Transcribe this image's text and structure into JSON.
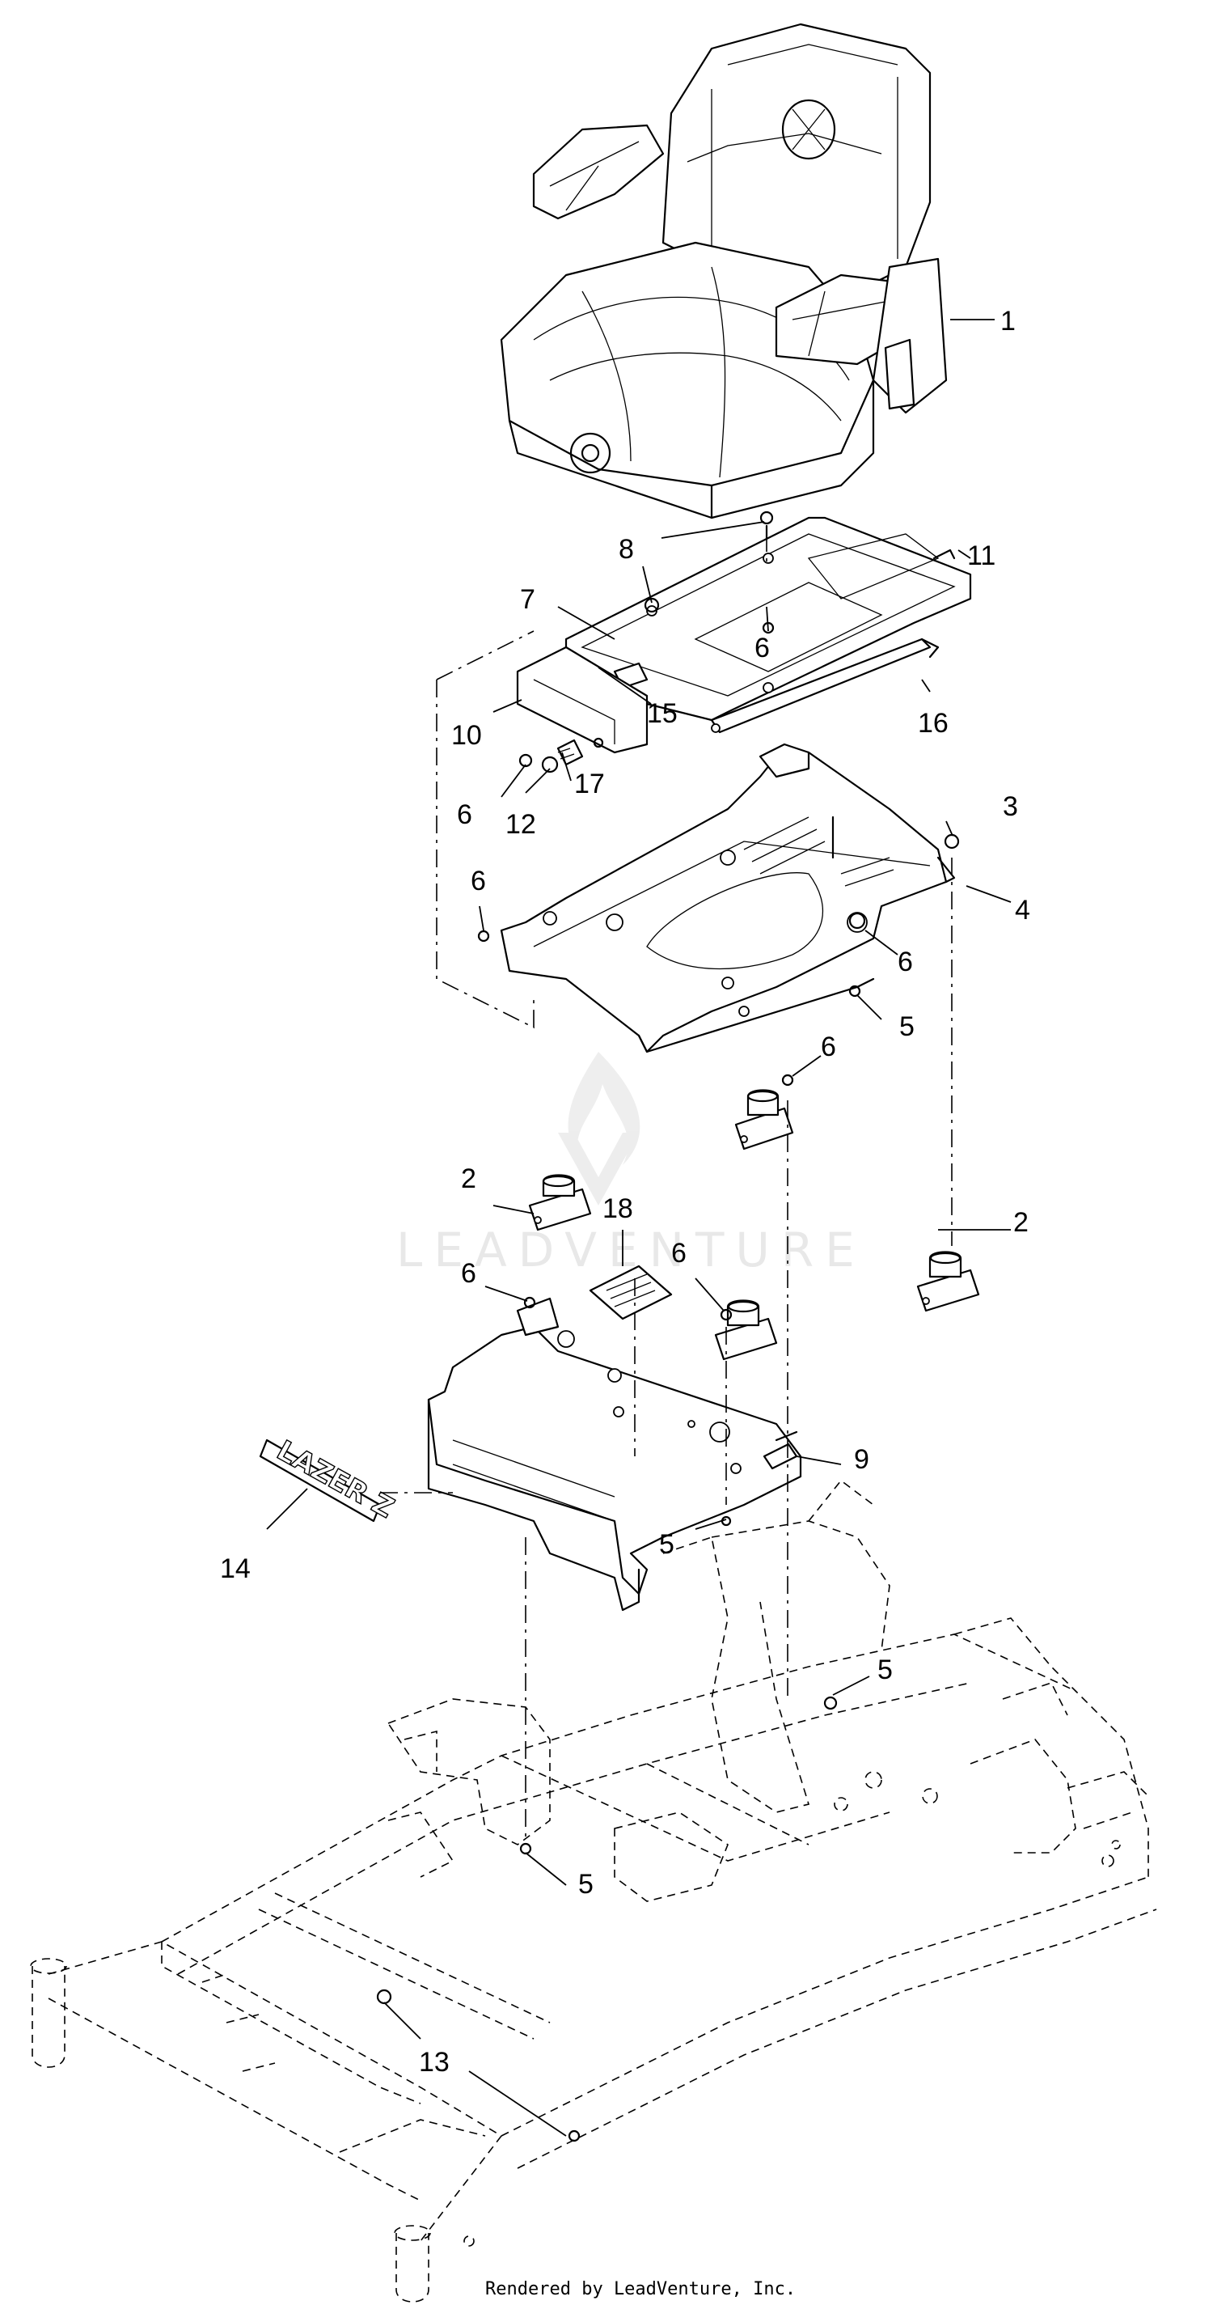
{
  "callouts": [
    {
      "id": "c1",
      "label": "1"
    },
    {
      "id": "c2a",
      "label": "2"
    },
    {
      "id": "c2b",
      "label": "2"
    },
    {
      "id": "c3",
      "label": "3"
    },
    {
      "id": "c4",
      "label": "4"
    },
    {
      "id": "c5a",
      "label": "5"
    },
    {
      "id": "c5b",
      "label": "5"
    },
    {
      "id": "c5c",
      "label": "5"
    },
    {
      "id": "c5d",
      "label": "5"
    },
    {
      "id": "c6a",
      "label": "6"
    },
    {
      "id": "c6b",
      "label": "6"
    },
    {
      "id": "c6c",
      "label": "6"
    },
    {
      "id": "c6d",
      "label": "6"
    },
    {
      "id": "c6e",
      "label": "6"
    },
    {
      "id": "c6f",
      "label": "6"
    },
    {
      "id": "c6g",
      "label": "6"
    },
    {
      "id": "c7",
      "label": "7"
    },
    {
      "id": "c8",
      "label": "8"
    },
    {
      "id": "c9",
      "label": "9"
    },
    {
      "id": "c10",
      "label": "10"
    },
    {
      "id": "c11",
      "label": "11"
    },
    {
      "id": "c12",
      "label": "12"
    },
    {
      "id": "c13",
      "label": "13"
    },
    {
      "id": "c14",
      "label": "14"
    },
    {
      "id": "c15",
      "label": "15"
    },
    {
      "id": "c16",
      "label": "16"
    },
    {
      "id": "c17",
      "label": "17"
    },
    {
      "id": "c18",
      "label": "18"
    }
  ],
  "decal_text": "LAZER Z",
  "watermark": "LEADVENTURE",
  "footer": "Rendered by LeadVenture, Inc."
}
